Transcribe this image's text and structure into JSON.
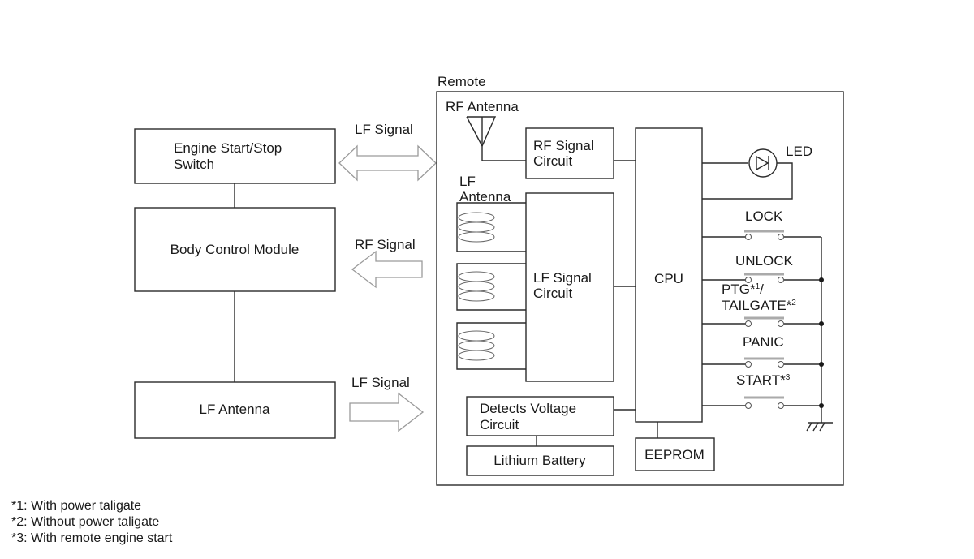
{
  "diagram": {
    "blocks": {
      "engine_switch": "Engine Start/Stop\nSwitch",
      "body_control": "Body Control Module",
      "lf_antenna_ext": "LF Antenna"
    },
    "signals": {
      "lf_signal_1": "LF Signal",
      "rf_signal": "RF Signal",
      "lf_signal_2": "LF Signal"
    },
    "remote": {
      "title": "Remote",
      "rf_antenna": "RF Antenna",
      "rf_circuit": "RF Signal\nCircuit",
      "lf_antenna": "LF\nAntenna",
      "lf_circuit": "LF Signal\nCircuit",
      "cpu": "CPU",
      "led": "LED",
      "detect_voltage": "Detects Voltage\nCircuit",
      "battery": "Lithium Battery",
      "eeprom": "EEPROM",
      "switches": [
        {
          "label": "LOCK",
          "sup": ""
        },
        {
          "label": "UNLOCK",
          "sup": ""
        },
        {
          "label": "PTG*",
          "sup": "1",
          "label2": "/",
          "line2": "TAILGATE*",
          "sup2": "2"
        },
        {
          "label": "PANIC",
          "sup": ""
        },
        {
          "label": "START*",
          "sup": "3"
        }
      ]
    },
    "notes": [
      "*1: With power taligate",
      "*2: Without power taligate",
      "*3: With remote engine start"
    ]
  }
}
